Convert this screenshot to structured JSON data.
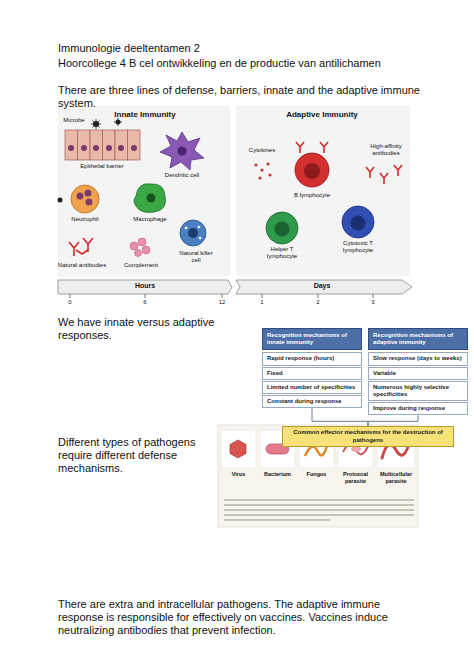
{
  "diagram": {
    "title": "Immunologie deeltentamen 2",
    "nodes": [
      {
        "text": [
          "Recognition mechanisms of innate immunity"
        ]
      },
      {
        "text": [
          "Rapid response (hours)"
        ]
      },
      {
        "text": [
          "Fixed"
        ]
      },
      {
        "text": [
          "Limited number of specificities"
        ]
      },
      {
        "text": [
          "Constant during response"
        ]
      },
      {
        "text": [
          "Recognition mechanisms of adaptive immunity"
        ]
      },
      {
        "text": [
          "Slow response (days to weeks)"
        ]
      },
      {
        "text": [
          "Variable"
        ]
      },
      {
        "text": [
          "Numerous highly selective specificities"
        ]
      },
      {
        "text": [
          "Improve during response"
        ]
      },
      {
        "text": [
          "Common effector mechanisms for the destruction of pathogens"
        ]
      }
    ],
    "edges": [
      {
        "from": 4,
        "to": 10,
        "arrow": "none"
      },
      {
        "from": 9,
        "to": 10,
        "arrow": "none"
      }
    ],
    "labels": [
      "Hoorcollege 4 B cel ontwikkeling en de productie van antilichamen",
      "There are three lines of defense, barriers, innate and the adaptive immune system.",
      "Innate Immunity",
      "Adaptive Immunity",
      "Microbe",
      "Epithelial barrier",
      "Dendritic cell",
      "Neutrophil",
      "Macrophage",
      "Natural antibodies",
      "Complement",
      "Natural killer cell",
      "Cytokines",
      "B lymphocyte",
      "High-affinity antibodies",
      "Helper T lymphocyte",
      "Cytotoxic T lymphocyte",
      "Hours",
      "Days",
      "0",
      "6",
      "12",
      "1",
      "2",
      "3",
      "We have innate versus adaptive responses.",
      "Different types of pathogens require different defense mechanisms.",
      "Virus",
      "Bacterium",
      "Fungus",
      "Protozoal parasite",
      "Multicellular parasite",
      "There are extra and intracellular pathogens. The adaptive immune response is responsible for effectively on vaccines. Vaccines induce neutralizing antibodies that prevent infection."
    ]
  }
}
